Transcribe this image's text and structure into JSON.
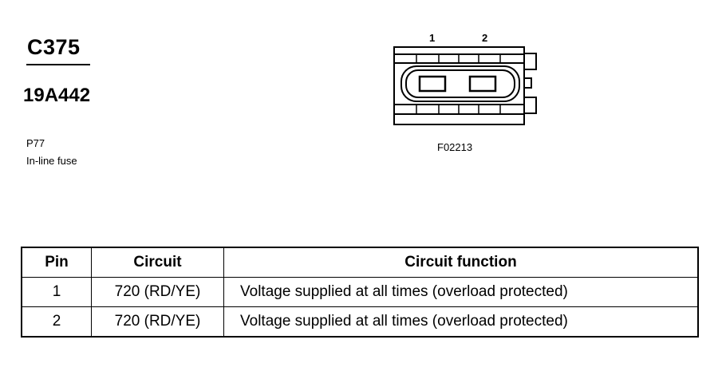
{
  "connector": {
    "id": "C375",
    "part_number": "19A442",
    "component_code": "P77",
    "component_desc": "In-line fuse",
    "figure_ref": "F02213",
    "pin_labels": [
      "1",
      "2"
    ]
  },
  "table": {
    "headers": [
      "Pin",
      "Circuit",
      "Circuit function"
    ],
    "rows": [
      {
        "pin": "1",
        "circuit": "720 (RD/YE)",
        "function": "Voltage supplied at all times (overload protected)"
      },
      {
        "pin": "2",
        "circuit": "720 (RD/YE)",
        "function": "Voltage supplied at all times (overload protected)"
      }
    ]
  }
}
